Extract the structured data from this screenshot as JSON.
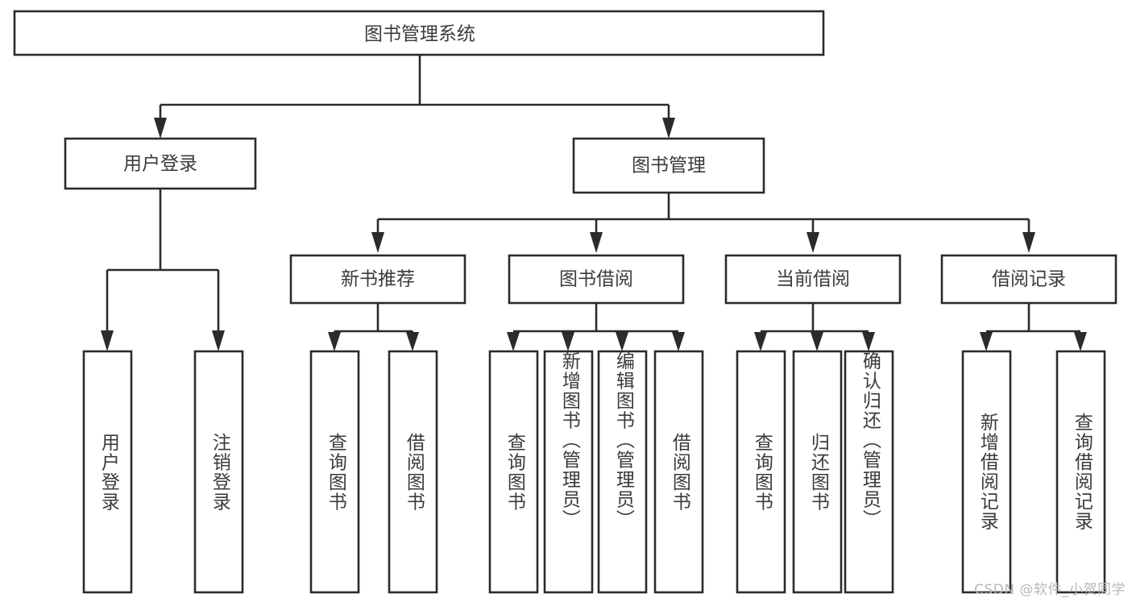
{
  "diagram": {
    "title": "图书管理系统",
    "type": "tree",
    "orientation": "top-down",
    "watermark": "CSDN @软件_小贺同学",
    "colors": {
      "background": "#ffffff",
      "box_border": "#2b2b2b",
      "box_fill": "#ffffff",
      "text": "#3b3b3b",
      "connector": "#2b2b2b",
      "watermark": "#b9b9b9"
    },
    "root": {
      "label": "图书管理系统"
    },
    "level2": [
      {
        "label": "用户登录"
      },
      {
        "label": "图书管理"
      }
    ],
    "level3": [
      {
        "label": "新书推荐",
        "parent": "图书管理"
      },
      {
        "label": "图书借阅",
        "parent": "图书管理"
      },
      {
        "label": "当前借阅",
        "parent": "图书管理"
      },
      {
        "label": "借阅记录",
        "parent": "图书管理"
      }
    ],
    "leaves": {
      "用户登录": [
        "用户登录",
        "注销登录"
      ],
      "新书推荐": [
        "查询图书",
        "借阅图书"
      ],
      "图书借阅": [
        "查询图书",
        "新增图书（管理员）",
        "编辑图书（管理员）",
        "借阅图书"
      ],
      "当前借阅": [
        "查询图书",
        "归还图书",
        "确认归还（管理员）"
      ],
      "借阅记录": [
        "新增借阅记录",
        "查询借阅记录"
      ]
    }
  },
  "leaf_nodes": [
    {
      "label": "用户登录",
      "group": "用户登录"
    },
    {
      "label": "注销登录",
      "group": "用户登录"
    },
    {
      "label": "查询图书",
      "group": "新书推荐"
    },
    {
      "label": "借阅图书",
      "group": "新书推荐"
    },
    {
      "label": "查询图书",
      "group": "图书借阅"
    },
    {
      "label": "新增图书（管理员）",
      "group": "图书借阅"
    },
    {
      "label": "编辑图书（管理员）",
      "group": "图书借阅"
    },
    {
      "label": "借阅图书",
      "group": "图书借阅"
    },
    {
      "label": "查询图书",
      "group": "当前借阅"
    },
    {
      "label": "归还图书",
      "group": "当前借阅"
    },
    {
      "label": "确认归还（管理员）",
      "group": "当前借阅"
    },
    {
      "label": "新增借阅记录",
      "group": "借阅记录"
    },
    {
      "label": "查询借阅记录",
      "group": "借阅记录"
    }
  ]
}
